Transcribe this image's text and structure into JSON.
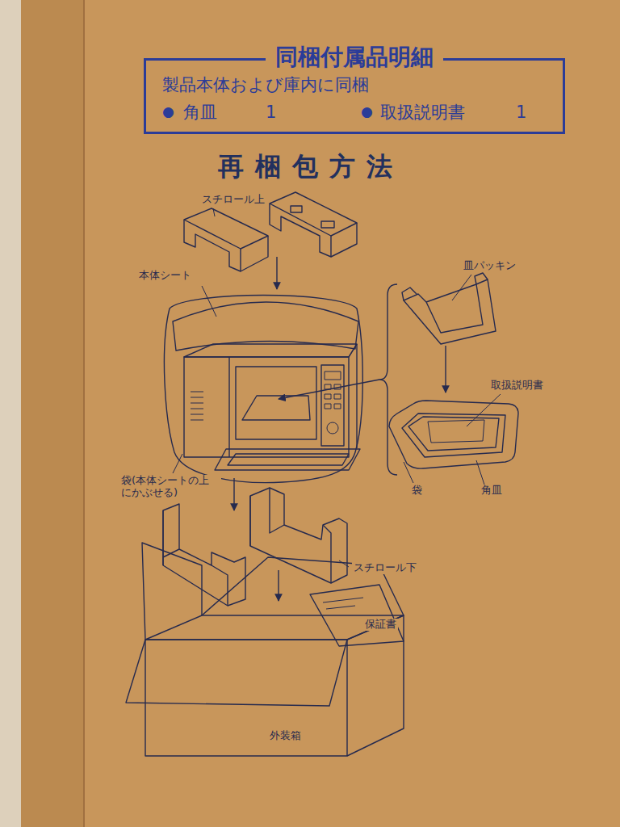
{
  "diagram": {
    "title": "再梱包方法",
    "nodes": [
      {
        "text": [
          "同梱付属品明細",
          "製品本体および庫内に同梱",
          "●",
          "角皿",
          "1",
          "●",
          "取扱説明書",
          "1"
        ]
      }
    ],
    "labels": [
      "スチロール上",
      "本体シート",
      "皿パッキン",
      "取扱説明書",
      "袋(本体シートの上にかぶせる)",
      "袋",
      "角皿",
      "スチロール下",
      "保証書",
      "外装箱"
    ]
  }
}
